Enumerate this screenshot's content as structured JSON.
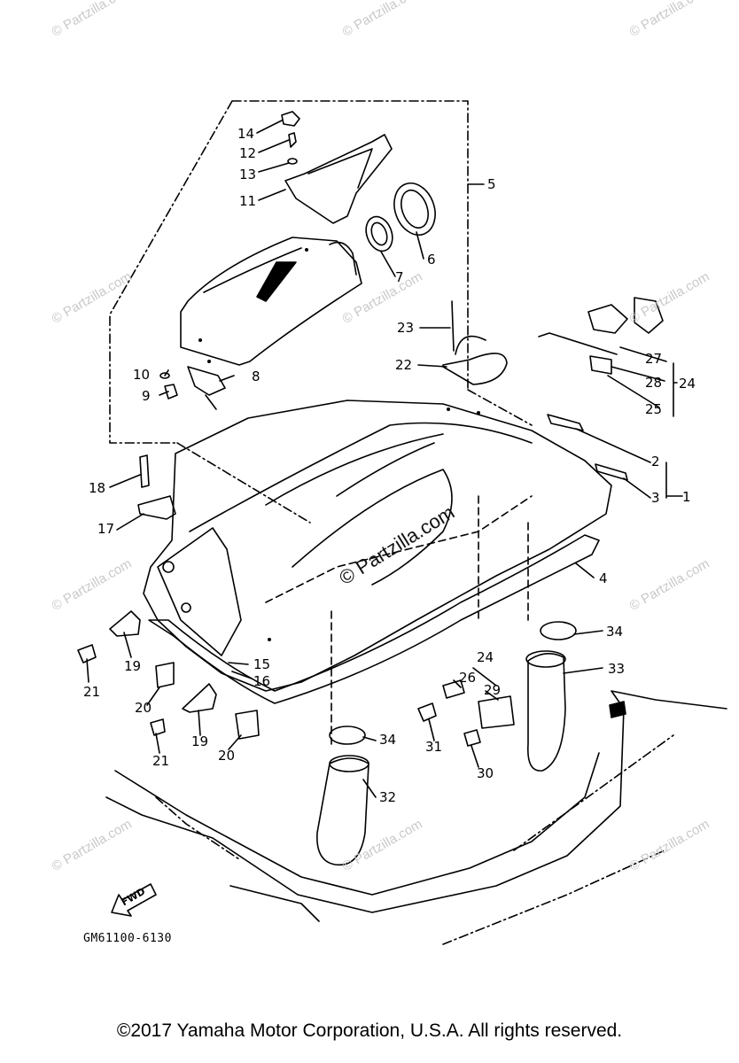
{
  "callouts": [
    {
      "id": "c1",
      "text": "1"
    },
    {
      "id": "c2",
      "text": "2"
    },
    {
      "id": "c3",
      "text": "3"
    },
    {
      "id": "c4",
      "text": "4"
    },
    {
      "id": "c5",
      "text": "5"
    },
    {
      "id": "c6",
      "text": "6"
    },
    {
      "id": "c7",
      "text": "7"
    },
    {
      "id": "c8",
      "text": "8"
    },
    {
      "id": "c9",
      "text": "9"
    },
    {
      "id": "c10",
      "text": "10"
    },
    {
      "id": "c11",
      "text": "11"
    },
    {
      "id": "c12",
      "text": "12"
    },
    {
      "id": "c13",
      "text": "13"
    },
    {
      "id": "c14",
      "text": "14"
    },
    {
      "id": "c15",
      "text": "15"
    },
    {
      "id": "c16",
      "text": "16"
    },
    {
      "id": "c17",
      "text": "17"
    },
    {
      "id": "c18",
      "text": "18"
    },
    {
      "id": "c19a",
      "text": "19"
    },
    {
      "id": "c19b",
      "text": "19"
    },
    {
      "id": "c20a",
      "text": "20"
    },
    {
      "id": "c20b",
      "text": "20"
    },
    {
      "id": "c21a",
      "text": "21"
    },
    {
      "id": "c21b",
      "text": "21"
    },
    {
      "id": "c22",
      "text": "22"
    },
    {
      "id": "c23",
      "text": "23"
    },
    {
      "id": "c24a",
      "text": "24"
    },
    {
      "id": "c24b",
      "text": "24"
    },
    {
      "id": "c25",
      "text": "25"
    },
    {
      "id": "c26",
      "text": "26"
    },
    {
      "id": "c27",
      "text": "27"
    },
    {
      "id": "c28",
      "text": "28"
    },
    {
      "id": "c29",
      "text": "29"
    },
    {
      "id": "c30",
      "text": "30"
    },
    {
      "id": "c31",
      "text": "31"
    },
    {
      "id": "c32",
      "text": "32"
    },
    {
      "id": "c33",
      "text": "33"
    },
    {
      "id": "c34a",
      "text": "34"
    },
    {
      "id": "c34b",
      "text": "34"
    }
  ],
  "watermark": "© Partzilla.com",
  "center_watermark": "© Partzilla.com",
  "fwd_label": "FWD",
  "diagram_code": "GM61100-6130",
  "copyright": "©2017  Yamaha Motor Corporation, U.S.A. All rights reserved."
}
